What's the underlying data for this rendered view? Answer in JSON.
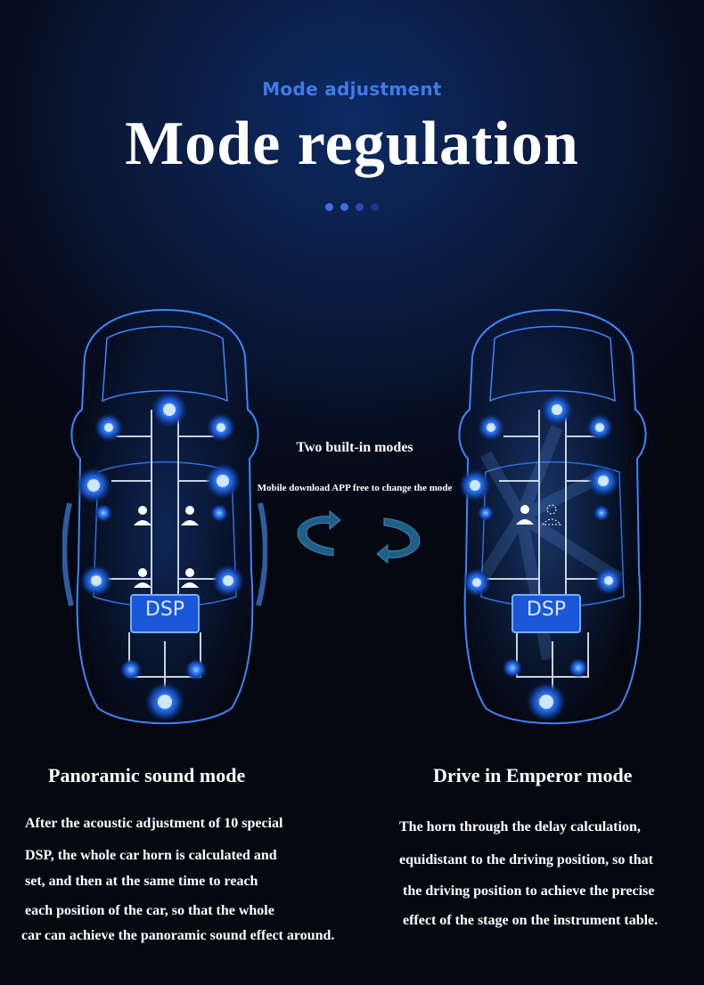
{
  "header": {
    "subtitle": "Mode adjustment",
    "title": "Mode regulation"
  },
  "center": {
    "label": "Two built-in modes",
    "sublabel": "Mobile download APP free to change the mode"
  },
  "cars": {
    "left_dsp": "DSP",
    "right_dsp": "DSP"
  },
  "modes": {
    "left": {
      "title": "Panoramic sound mode",
      "lines": [
        "After the acoustic adjustment of 10 special",
        "DSP, the whole car horn is calculated and",
        "set, and then at the same time to reach",
        "each position of the car, so that the whole",
        "car can achieve the panoramic sound effect around."
      ]
    },
    "right": {
      "title": "Drive in Emperor mode",
      "lines": [
        "The horn through the delay calculation,",
        "equidistant to the driving position, so that",
        "the driving position to achieve the precise",
        "effect of the stage on the instrument table."
      ]
    }
  },
  "colors": {
    "accent": "#3f7be8",
    "glow": "#2f7cff",
    "background": "#060c1d"
  }
}
